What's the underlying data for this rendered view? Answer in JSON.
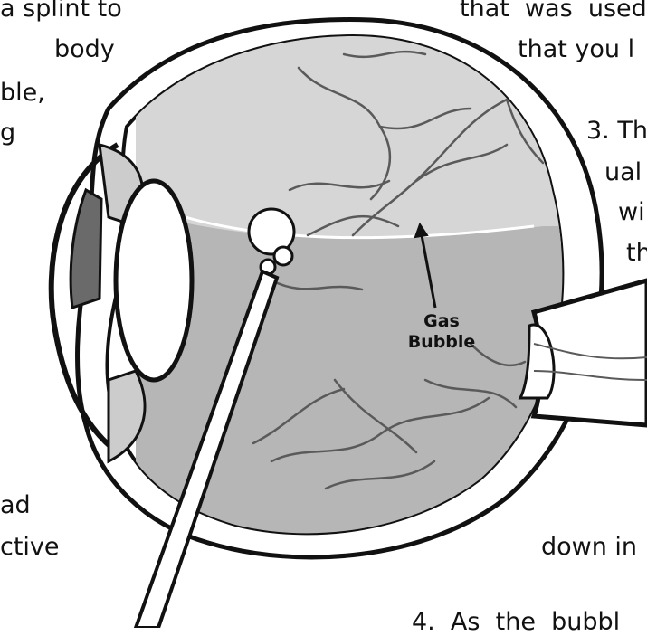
{
  "text_fragments": {
    "top_left_1": "a splint to",
    "top_left_2": "body",
    "top_left_3": "ble,",
    "top_left_4": "g",
    "top_right_1": "that  was  used",
    "top_right_2": "that you l",
    "right_1": "3. Th",
    "right_2": "ual",
    "right_3": "wi",
    "right_4": "th",
    "bottom_left_1": "ad",
    "bottom_left_2": "ctive",
    "bottom_right_1": "down in",
    "bottom_right_2": "4.  As  the  bubbl"
  },
  "callout": {
    "line1": "Gas",
    "line2": "Bubble"
  },
  "colors": {
    "outline": "#111111",
    "vitreous_gas": "#d6d6d6",
    "vitreous_fluid": "#b6b6b6",
    "vessel": "#5a5a5a",
    "iris": "#6a6a6a",
    "sclera": "#ffffff"
  }
}
